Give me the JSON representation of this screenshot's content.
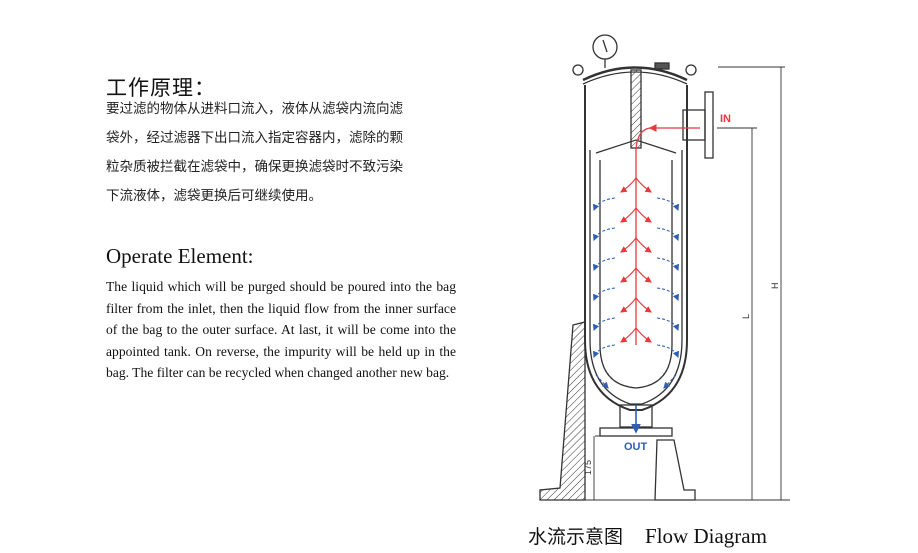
{
  "principle": {
    "title": "工作原理：",
    "lines": [
      "要过滤的物体从进料口流入，液体从滤袋内流向滤",
      "袋外，经过滤器下出口流入指定容器内，滤除的颗",
      "粒杂质被拦截在滤袋中，确保更换滤袋时不致污染",
      "下流液体，滤袋更换后可继续使用。"
    ]
  },
  "operate": {
    "title": "Operate Element:",
    "body": "The liquid which will be purged should be poured into the bag filter from the inlet, then the liquid flow from the inner surface of the bag to the outer surface. At last, it will be come into the appointed tank. On reverse, the impurity will be held up in the bag. The filter can be recycled when changed another new bag."
  },
  "diagram": {
    "inlet_label": "IN",
    "outlet_label": "OUT",
    "dim_h": "H",
    "dim_l": "L",
    "dim_175": "175",
    "caption_zh": "水流示意图",
    "caption_en": "Flow Diagram",
    "colors": {
      "inflow": "#e8383d",
      "outflow": "#2f5fb3",
      "line": "#333333"
    }
  }
}
